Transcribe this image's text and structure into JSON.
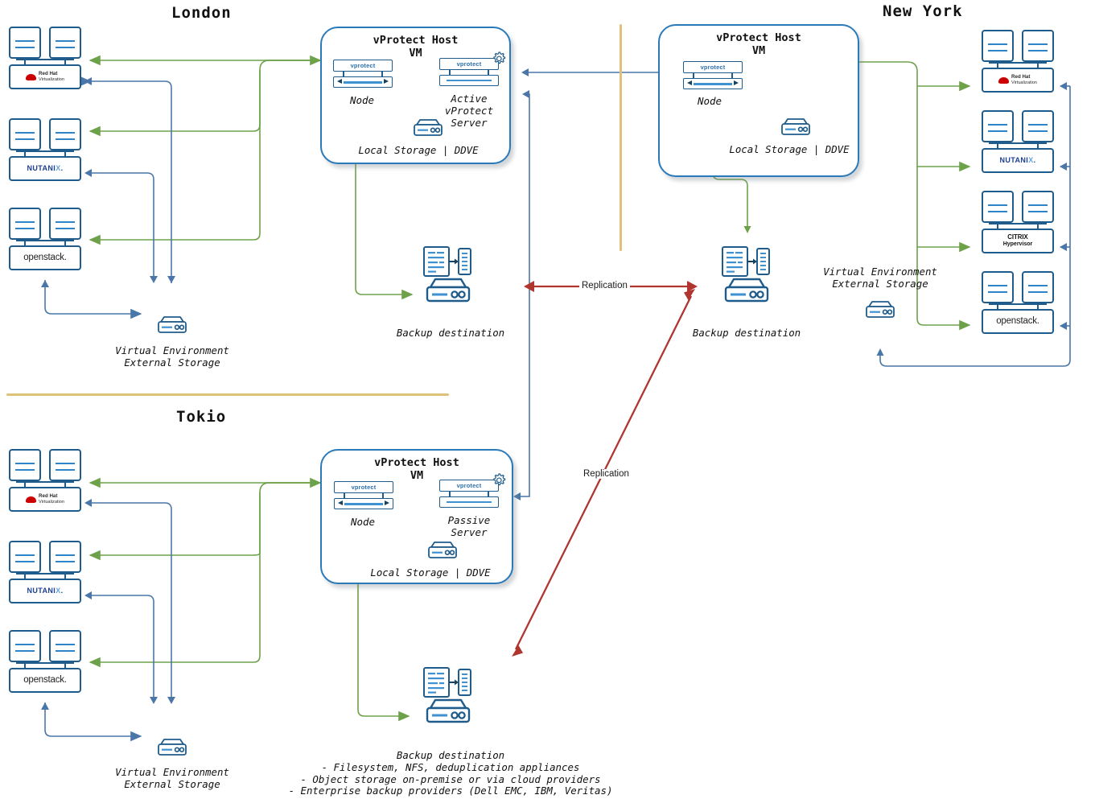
{
  "diagram": {
    "title": "vProtect multi-site backup architecture",
    "colors": {
      "node_blue": "#1f5c8b",
      "accent_blue": "#2f84c8",
      "arrow_blue": "#4a77a8",
      "arrow_green": "#6da24a",
      "replication_red": "#b0352f",
      "divider_gold": "#dfc277"
    }
  },
  "sites": [
    {
      "id": "london",
      "name": "London",
      "hypervisors": [
        {
          "id": "rhv",
          "logo": "redhat-virtualization",
          "title": "Red Hat",
          "subtitle": "Virtualization"
        },
        {
          "id": "nutanix",
          "logo": "nutanix",
          "title": "NUTANIX"
        },
        {
          "id": "openstack",
          "logo": "openstack",
          "title": "openstack."
        }
      ],
      "external_storage_label": "Virtual Environment\nExternal Storage",
      "vm": {
        "title": "vProtect Host\nVM",
        "node_label": "Node",
        "node_badge": "vprotect",
        "server_label": "Active\nvProtect\nServer",
        "server_badge": "vprotect",
        "storage_label": "Local Storage | DDVE"
      },
      "backup_destination_label": "Backup destination"
    },
    {
      "id": "new-york",
      "name": "New York",
      "hypervisors": [
        {
          "id": "rhv",
          "logo": "redhat-virtualization",
          "title": "Red Hat",
          "subtitle": "Virtualization"
        },
        {
          "id": "nutanix",
          "logo": "nutanix",
          "title": "NUTANIX"
        },
        {
          "id": "citrix",
          "logo": "citrix-hypervisor",
          "title": "CITRIX",
          "subtitle": "Hypervisor"
        },
        {
          "id": "openstack",
          "logo": "openstack",
          "title": "openstack."
        }
      ],
      "external_storage_label": "Virtual Environment\nExternal Storage",
      "vm": {
        "title": "vProtect Host\nVM",
        "node_label": "Node",
        "node_badge": "vprotect",
        "storage_label": "Local Storage | DDVE"
      },
      "backup_destination_label": "Backup destination"
    },
    {
      "id": "tokio",
      "name": "Tokio",
      "hypervisors": [
        {
          "id": "rhv",
          "logo": "redhat-virtualization",
          "title": "Red Hat",
          "subtitle": "Virtualization"
        },
        {
          "id": "nutanix",
          "logo": "nutanix",
          "title": "NUTANIX"
        },
        {
          "id": "openstack",
          "logo": "openstack",
          "title": "openstack."
        }
      ],
      "external_storage_label": "Virtual Environment\nExternal Storage",
      "vm": {
        "title": "vProtect Host\nVM",
        "node_label": "Node",
        "node_badge": "vprotect",
        "server_label": "Passive\nServer",
        "server_badge": "vprotect",
        "storage_label": "Local Storage | DDVE"
      },
      "backup_destination_label": "Backup destination",
      "backup_destination_details": [
        "- Filesystem, NFS, deduplication appliances",
        "- Object storage on-premise or via cloud providers",
        "- Enterprise backup providers (Dell EMC, IBM, Veritas)"
      ]
    }
  ],
  "links": [
    {
      "id": "replication-horizontal",
      "label": "Replication"
    },
    {
      "id": "replication-diagonal",
      "label": "Replication"
    }
  ]
}
